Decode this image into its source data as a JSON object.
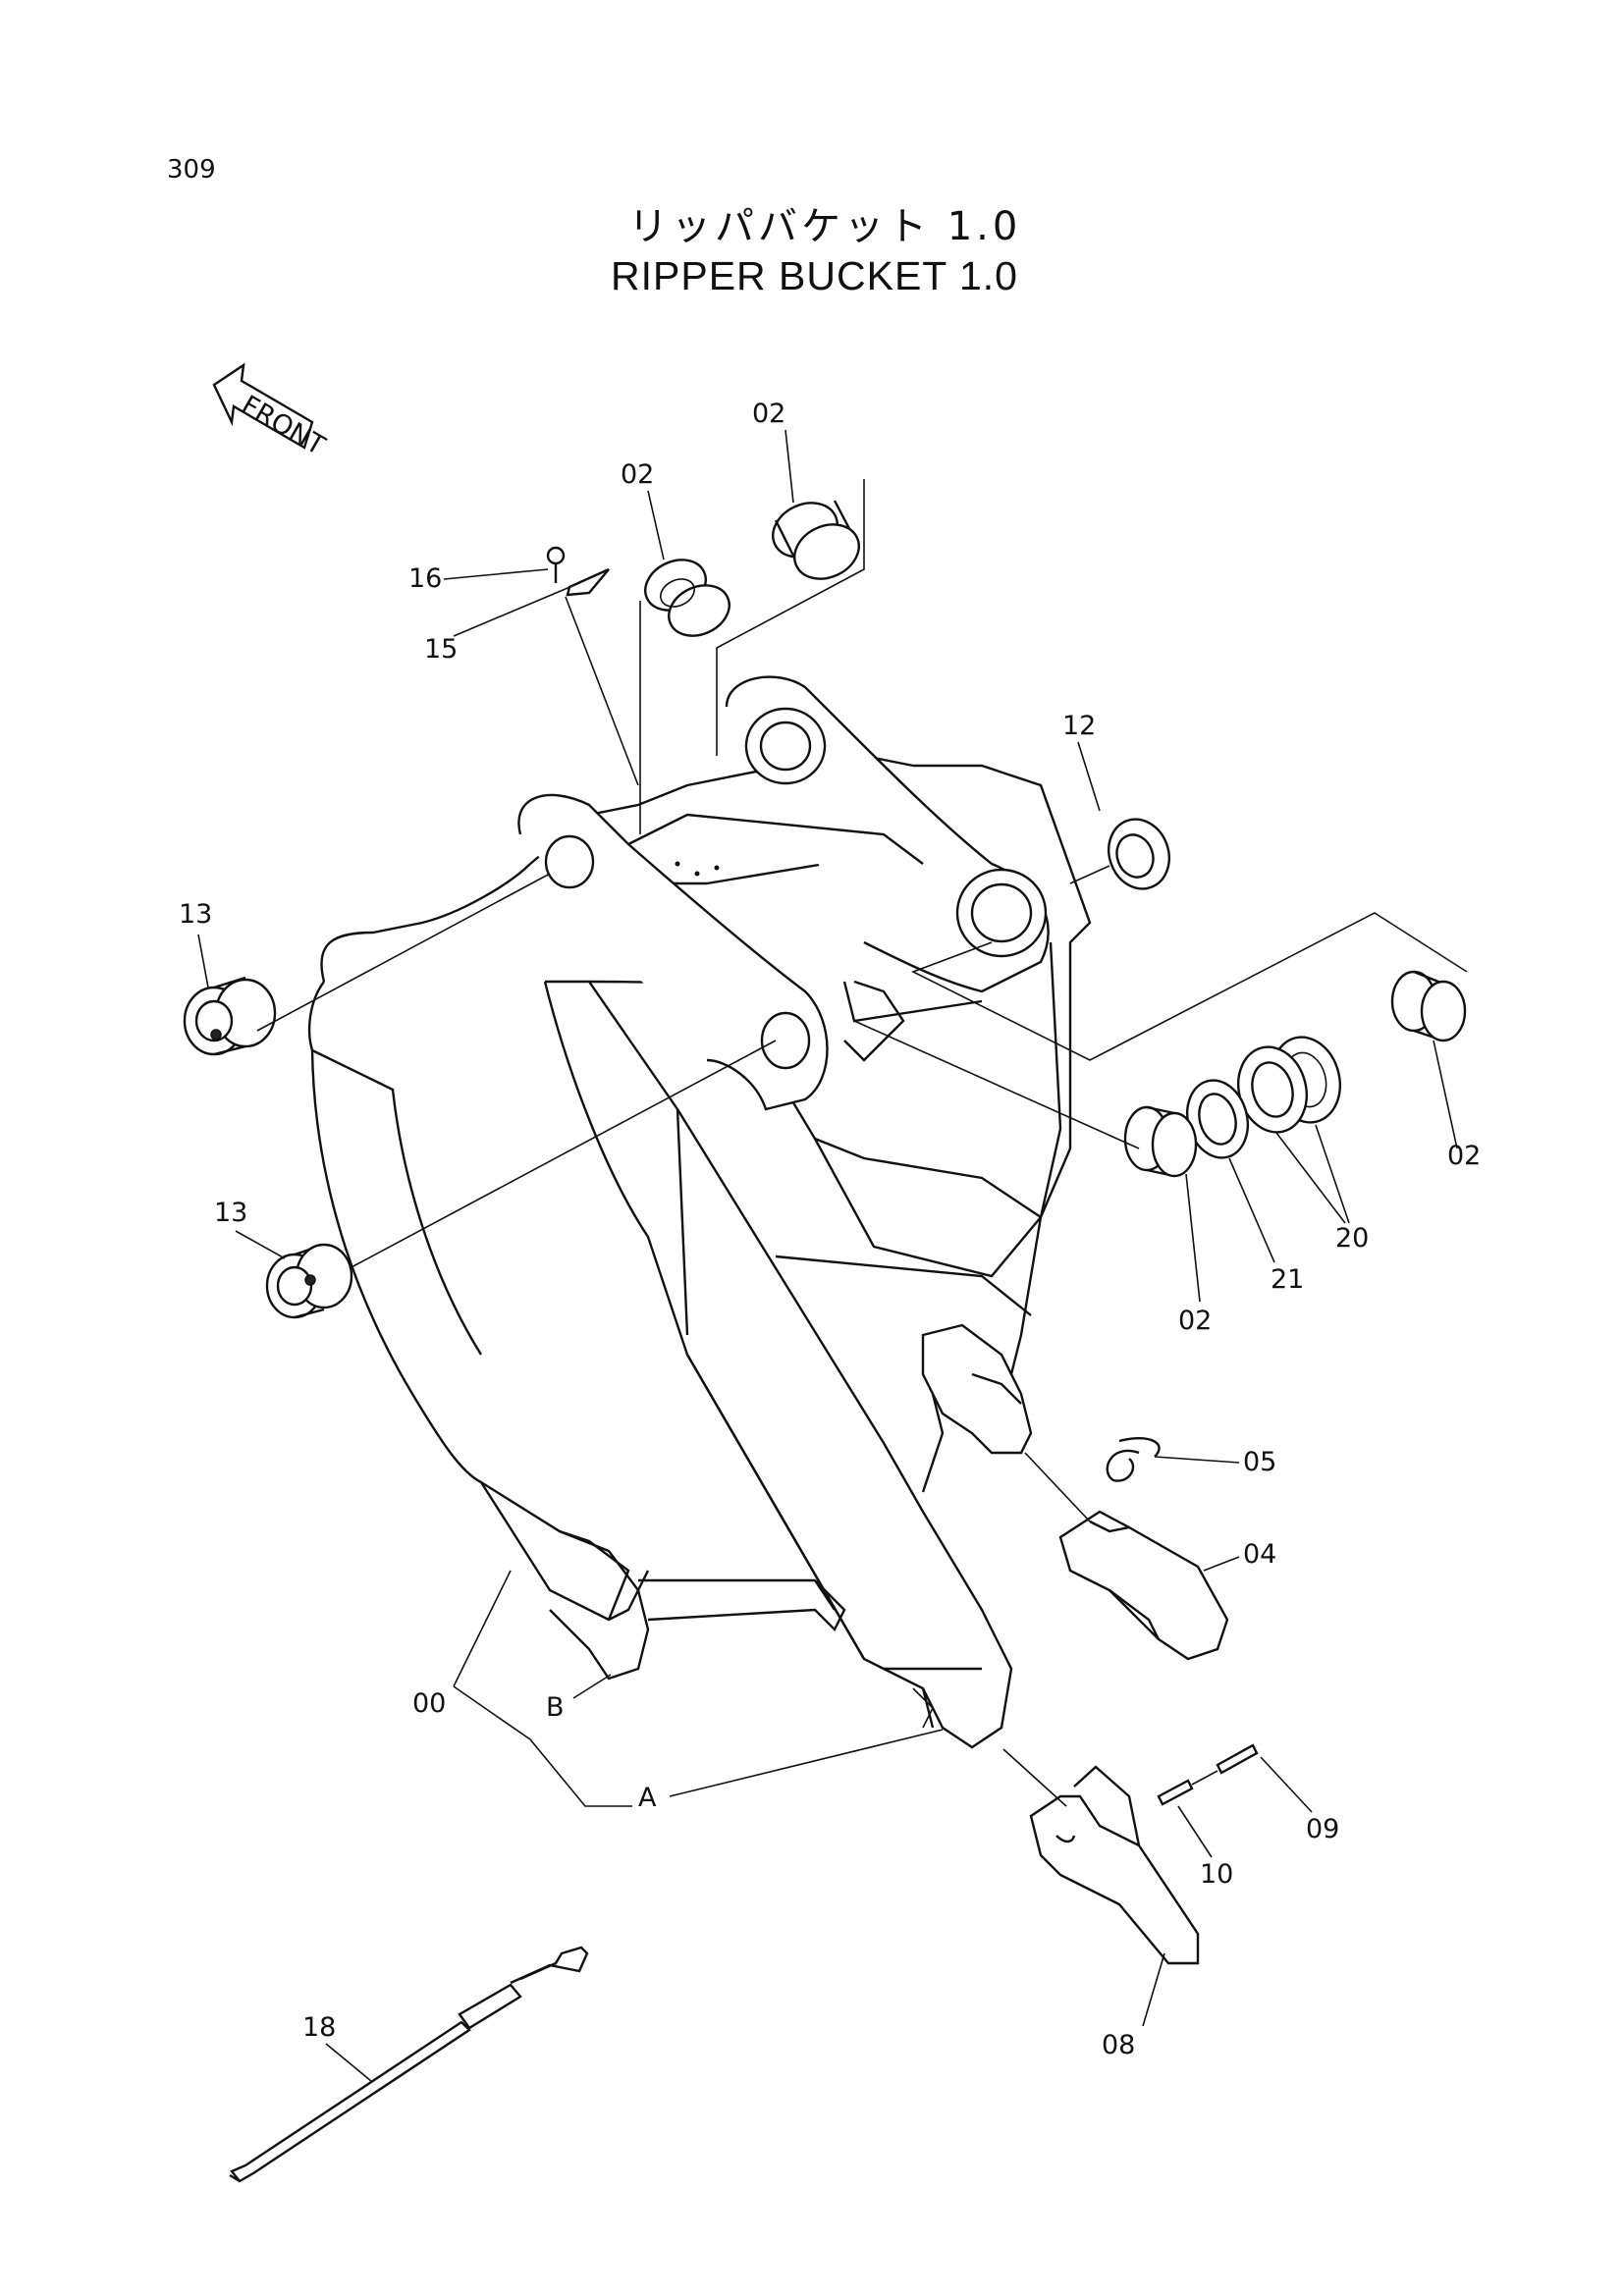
{
  "page_number": "309",
  "title_jp": "リッパバケット 1.0",
  "title_en": "RIPPER BUCKET 1.0",
  "front_indicator": "FRONT",
  "callouts": {
    "bushing_top_a": "02",
    "bushing_top_b": "02",
    "bolt": "16",
    "plate": "15",
    "seal_ring": "12",
    "collar_upper": "13",
    "collar_lower": "13",
    "bushing_right": "02",
    "bushing_front": "02",
    "ring_21": "21",
    "shims": "20",
    "lock_05": "05",
    "tooth_04": "04",
    "assembly": "00",
    "ref_b": "B",
    "ref_a": "A",
    "pin_09": "09",
    "pin_10": "10",
    "tooth_08": "08",
    "ripper_bar": "18"
  }
}
